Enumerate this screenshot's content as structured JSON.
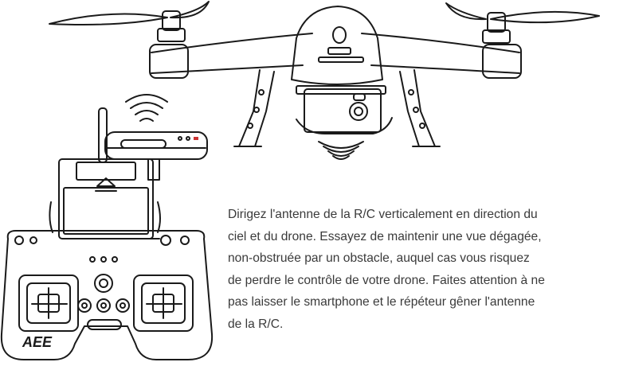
{
  "instruction": {
    "lines": [
      "Dirigez l'antenne de la R/C verticalement en direction du",
      "ciel et du drone. Essayez de maintenir une vue dégagée,",
      "non-obstruée par un obstacle, auquel cas vous risquez",
      "de perdre le contrôle de votre drone. Faites attention à ne",
      "pas laisser le smartphone et le répéteur gêner l'antenne",
      "de la R/C."
    ]
  },
  "controller": {
    "brand_logo": "AEE"
  },
  "icons": {
    "signal_repeater": "wifi-signal-icon",
    "signal_drone": "wifi-signal-icon"
  }
}
